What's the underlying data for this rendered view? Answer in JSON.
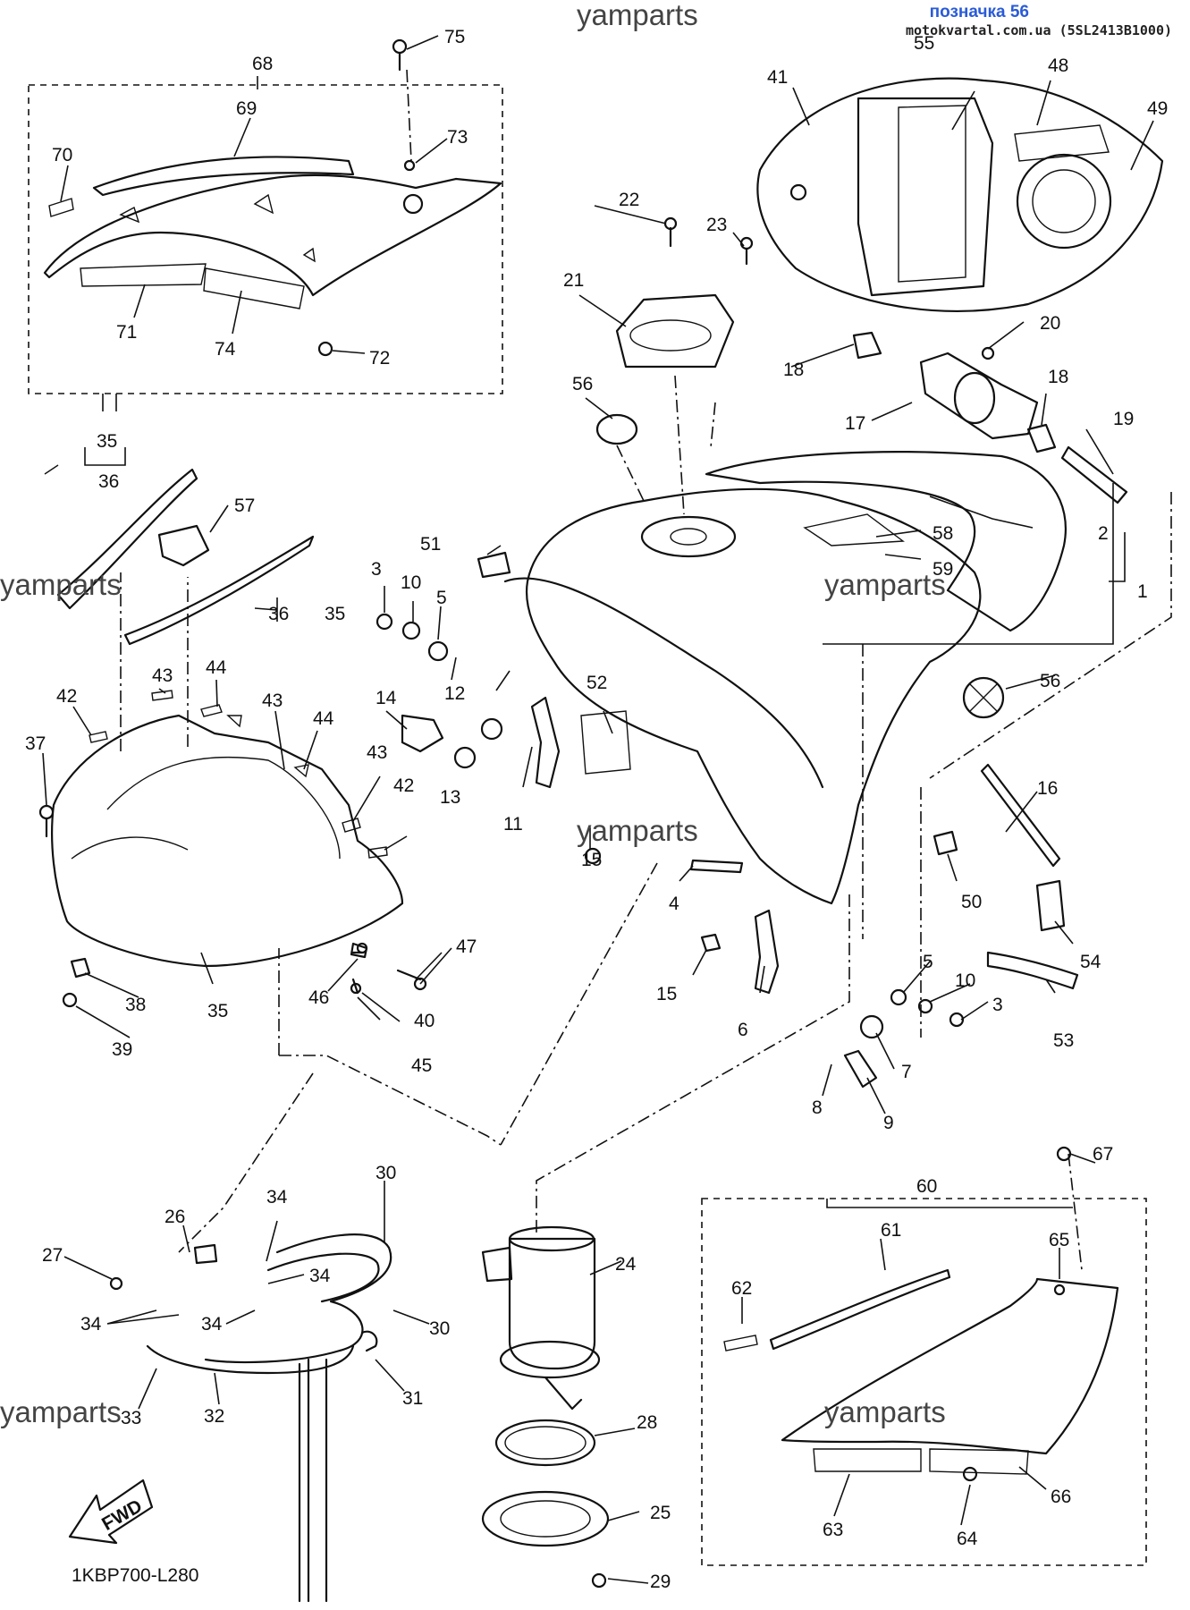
{
  "header": {
    "brand": "yamparts",
    "title": "позначка 56",
    "subtitle": "motokvartal.com.ua (5SL2413B1000)"
  },
  "watermark": "yamparts",
  "diagram_code": "1KBP700-L280",
  "fwd_label": "FWD",
  "callouts": [
    "1",
    "2",
    "3",
    "3",
    "4",
    "5",
    "5",
    "6",
    "7",
    "8",
    "9",
    "10",
    "10",
    "11",
    "12",
    "13",
    "14",
    "15",
    "15",
    "16",
    "17",
    "18",
    "18",
    "19",
    "20",
    "21",
    "22",
    "23",
    "24",
    "25",
    "26",
    "27",
    "28",
    "29",
    "30",
    "30",
    "31",
    "32",
    "33",
    "34",
    "34",
    "34",
    "34",
    "35",
    "35",
    "35",
    "36",
    "36",
    "37",
    "38",
    "39",
    "40",
    "41",
    "42",
    "42",
    "43",
    "43",
    "43",
    "44",
    "44",
    "45",
    "46",
    "47",
    "48",
    "49",
    "50",
    "51",
    "52",
    "53",
    "54",
    "55",
    "56",
    "56",
    "57",
    "58",
    "59",
    "60",
    "61",
    "62",
    "63",
    "64",
    "65",
    "66",
    "67",
    "68",
    "69",
    "70",
    "71",
    "72",
    "73",
    "74",
    "75"
  ]
}
